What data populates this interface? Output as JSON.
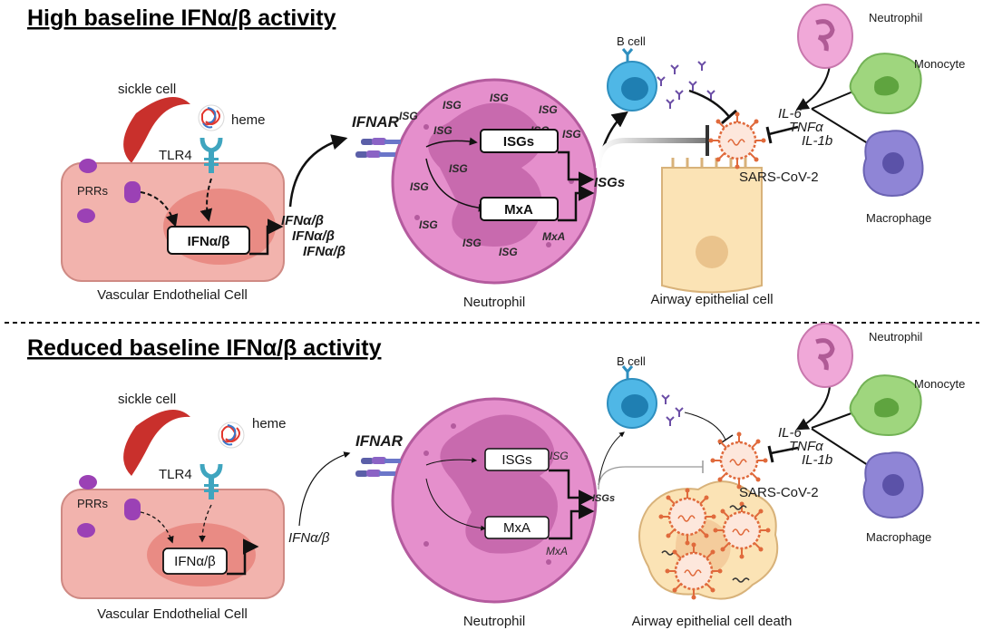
{
  "panel_top": {
    "title": "High baseline IFNα/β activity",
    "sickle_cell": "sickle cell",
    "heme": "heme",
    "tlr4": "TLR4",
    "prrs": "PRRs",
    "ifn_box": "IFNα/β",
    "endothelial_label": "Vascular Endothelial Cell",
    "ifn_secreted": [
      "IFNα/β",
      "IFNα/β",
      "IFNα/β"
    ],
    "ifnar": "IFNAR",
    "isg_scatter": [
      "ISG",
      "ISG",
      "ISG",
      "ISG",
      "ISG",
      "ISG",
      "ISG",
      "ISG",
      "ISG",
      "ISG",
      "ISG",
      "ISG"
    ],
    "isgs_box": "ISGs",
    "mxa_box": "MxA",
    "mxa_out": "MxA",
    "neutrophil_label": "Neutrophil",
    "isgs_out": "ISGs",
    "b_cell": "B cell",
    "airway_label": "Airway epithelial cell",
    "sars": "SARS-CoV-2",
    "cytokines": [
      "IL-6",
      "TNFα",
      "IL-1b"
    ],
    "neutrophil_small": "Neutrophil",
    "monocyte": "Monocyte",
    "macrophage": "Macrophage"
  },
  "panel_bottom": {
    "title": "Reduced baseline IFNα/β activity",
    "sickle_cell": "sickle cell",
    "heme": "heme",
    "tlr4": "TLR4",
    "prrs": "PRRs",
    "ifn_box": "IFNα/β",
    "endothelial_label": "Vascular Endothelial Cell",
    "ifn_secreted": "IFNα/β",
    "ifnar": "IFNAR",
    "isgs_box": "ISGs",
    "isg_out": "ISG",
    "mxa_box": "MxA",
    "mxa_out": "MxA",
    "neutrophil_label": "Neutrophil",
    "isgs_out": "ISGs",
    "b_cell": "B cell",
    "airway_label": "Airway epithelial cell death",
    "sars": "SARS-CoV-2",
    "cytokines": [
      "IL-6",
      "TNFα",
      "IL-1b"
    ],
    "neutrophil_small": "Neutrophil",
    "monocyte": "Monocyte",
    "macrophage": "Macrophage"
  },
  "colors": {
    "endothelial_fill": "#f2b3ad",
    "neutrophil_fill": "#e58fcc",
    "nucleus_fill": "#c86aae",
    "airway_fill": "#fbe3b5",
    "bcell_fill": "#4fb7e6",
    "monocyte_fill": "#9fd67e",
    "macrophage_fill": "#8f85d6",
    "virus_color": "#e06a3c",
    "receptor_color": "#3fa5bf",
    "purple_prr": "#9b41b5"
  }
}
